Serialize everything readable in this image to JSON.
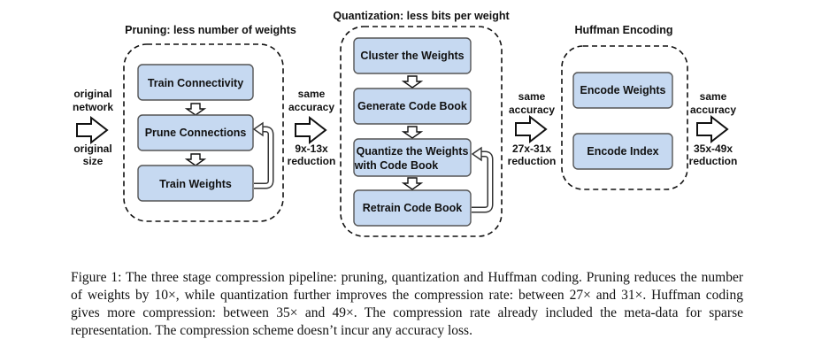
{
  "figure": {
    "stages": [
      {
        "title": "Pruning: less number of weights",
        "steps": [
          "Train Connectivity",
          "Prune Connections",
          "Train Weights"
        ]
      },
      {
        "title": "Quantization: less bits per weight",
        "steps": [
          "Cluster the Weights",
          "Generate Code Book",
          "Quantize the Weights",
          "with Code Book",
          "Retrain Code Book"
        ]
      },
      {
        "title": "Huffman Encoding",
        "steps": [
          "Encode Weights",
          "Encode Index"
        ]
      }
    ],
    "input": {
      "line1": "original",
      "line2": "network",
      "line3": "original",
      "line4": "size"
    },
    "links": [
      {
        "line1": "same",
        "line2": "accuracy",
        "line3": "9x-13x",
        "line4": "reduction"
      },
      {
        "line1": "same",
        "line2": "accuracy",
        "line3": "27x-31x",
        "line4": "reduction"
      },
      {
        "line1": "same",
        "line2": "accuracy",
        "line3": "35x-49x",
        "line4": "reduction"
      }
    ]
  },
  "caption": {
    "text": "Figure 1: The three stage compression pipeline: pruning, quantization and Huffman coding. Pruning reduces the number of weights by 10×, while quantization further improves the compression rate: between 27× and 31×. Huffman coding gives more compression: between 35× and 49×. The compression rate already included the meta-data for sparse representation. The compression scheme doesn’t incur any accuracy loss."
  }
}
